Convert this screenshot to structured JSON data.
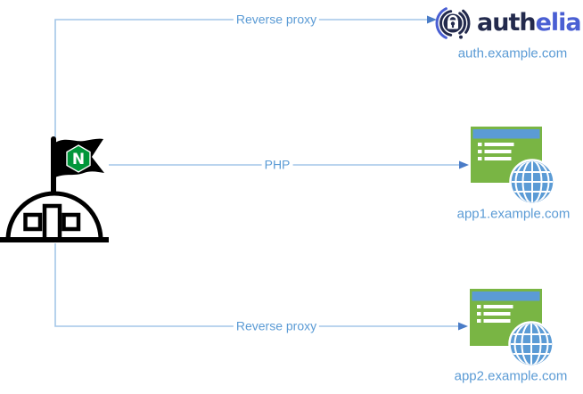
{
  "colors": {
    "line-blue": "#A4C6E8",
    "arrow-blue": "#4A7CC7",
    "label-blue": "#5B9BD5",
    "app-green": "#79B544",
    "app-blue": "#5B9BD5",
    "nginx-green": "#009639",
    "authelia-navy": "#232A4D",
    "authelia-blue": "#4A5FD3",
    "ink": "#000000"
  },
  "diagram": {
    "source": {
      "name": "nginx",
      "letter": "N"
    },
    "connections": [
      {
        "label": "Reverse proxy"
      },
      {
        "label": "PHP"
      },
      {
        "label": "Reverse proxy"
      }
    ],
    "nodes": {
      "authelia": {
        "brand_primary": "auth",
        "brand_secondary": "elia",
        "domain": "auth.example.com"
      },
      "app1": {
        "domain": "app1.example.com"
      },
      "app2": {
        "domain": "app2.example.com"
      }
    }
  }
}
